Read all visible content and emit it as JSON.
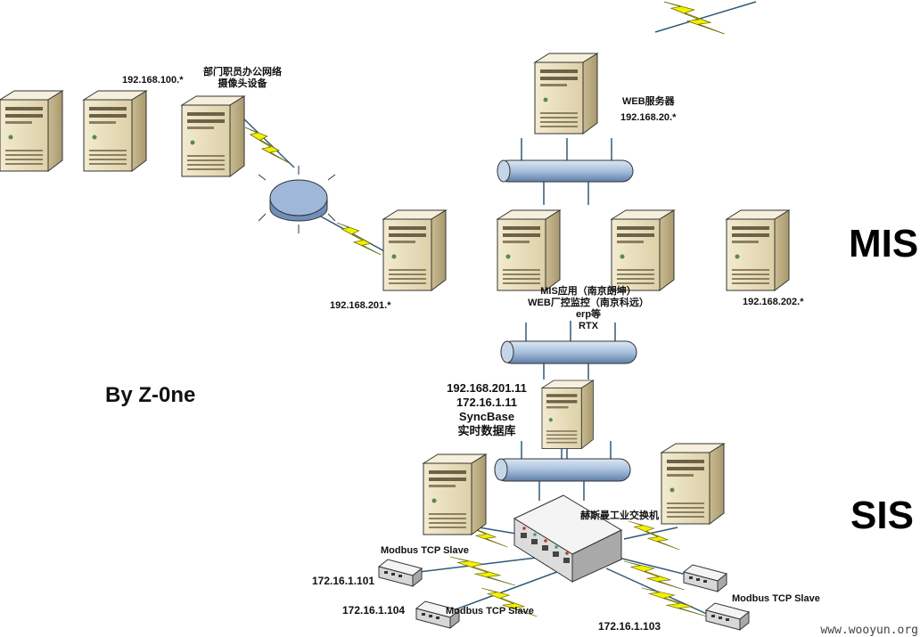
{
  "labels": {
    "office_ip": "192.168.100.*",
    "office_desc_line1": "部门职员办公网络",
    "office_desc_line2": "摄像头设备",
    "web_server": "WEB服务器",
    "web_ip": "192.168.20.*",
    "ip_201": "192.168.201.*",
    "ip_202": "192.168.202.*",
    "mis_app_line1": "MIS应用（南京朗坤）",
    "mis_app_line2": "WEB厂控监控（南京科远）",
    "mis_app_line3": "erp等",
    "mis_app_line4": "RTX",
    "sync_ip1": "192.168.201.11",
    "sync_ip2": "172.16.1.11",
    "sync_name": "SyncBase",
    "sync_desc": "实时数据库",
    "switch_name": "赫斯曼工业交换机",
    "modbus_left_top": "Modbus TCP Slave",
    "modbus_left_bottom": "Modbus TCP Slave",
    "modbus_right": "Modbus TCP Slave",
    "ip_101": "172.16.1.101",
    "ip_104": "172.16.1.104",
    "ip_103": "172.16.1.103",
    "zone_mis": "MIS",
    "zone_sis": "SIS",
    "author": "By Z-0ne",
    "watermark": "www.wooyun.org"
  },
  "colors": {
    "server_front": "#ece2c2",
    "server_side": "#c8b98e",
    "server_top": "#f5eedb",
    "bus": "#a7bfdc",
    "bolt": "#f3f000",
    "bolt_line": "#2e5b7a",
    "router": "#9fb7d8"
  }
}
